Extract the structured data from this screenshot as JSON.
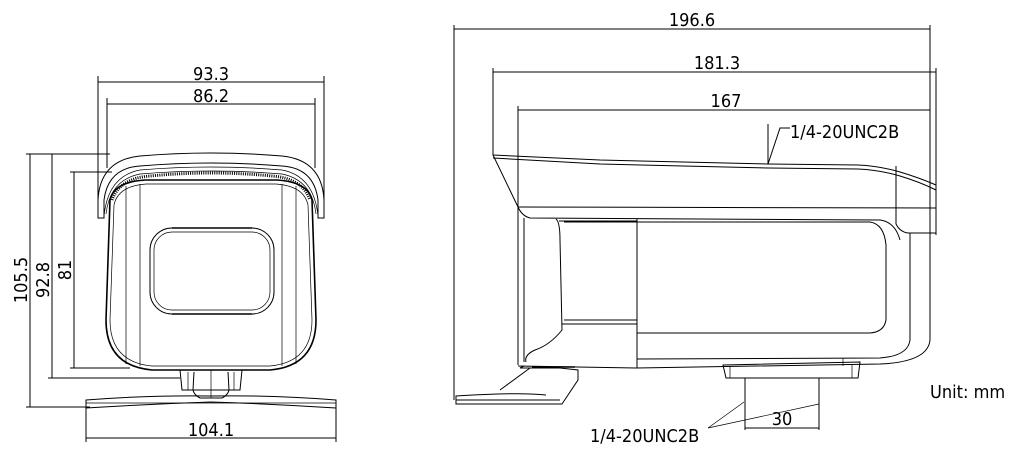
{
  "drawing": {
    "type": "dimension drawing",
    "unit_label": "Unit: mm",
    "front_view": {
      "dims": {
        "width_top_outer": "93.3",
        "width_top_inner": "86.2",
        "height_total": "105.5",
        "height_body": "92.8",
        "height_inner": "81",
        "base_width": "104.1"
      }
    },
    "side_view": {
      "dims": {
        "length_total": "196.6",
        "length_housing": "181.3",
        "length_body": "167",
        "mount_width": "30"
      },
      "callouts": {
        "top_thread": "1/4-20UNC2B",
        "bottom_thread": "1/4-20UNC2B"
      }
    }
  }
}
